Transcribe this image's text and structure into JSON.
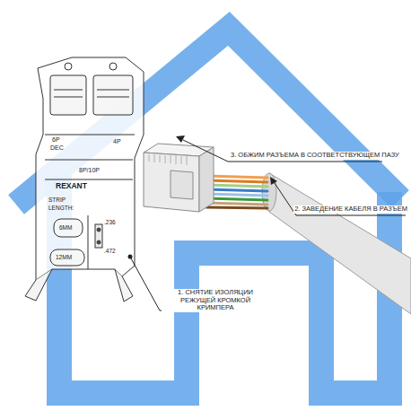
{
  "diagram": {
    "labels": [
      "6P",
      "DEC",
      "4P",
      "8P/10P",
      "REXANT",
      "STRIP",
      "LENGTH:",
      "6MM",
      "12MM",
      ".236",
      ".472",
      "3. ОБЖИМ РАЗЪЕМА В СООТВЕТСТВУЮЩЕМ ПАЗУ",
      "2. ЗАВЕДЕНИЕ КАБЕЛЯ В РАЗЪЕМ",
      "1. СНЯТИЕ ИЗОЛЯЦИИ РЕЖУЩЕЙ КРОМКОЙ КРИМПЕРА"
    ]
  }
}
